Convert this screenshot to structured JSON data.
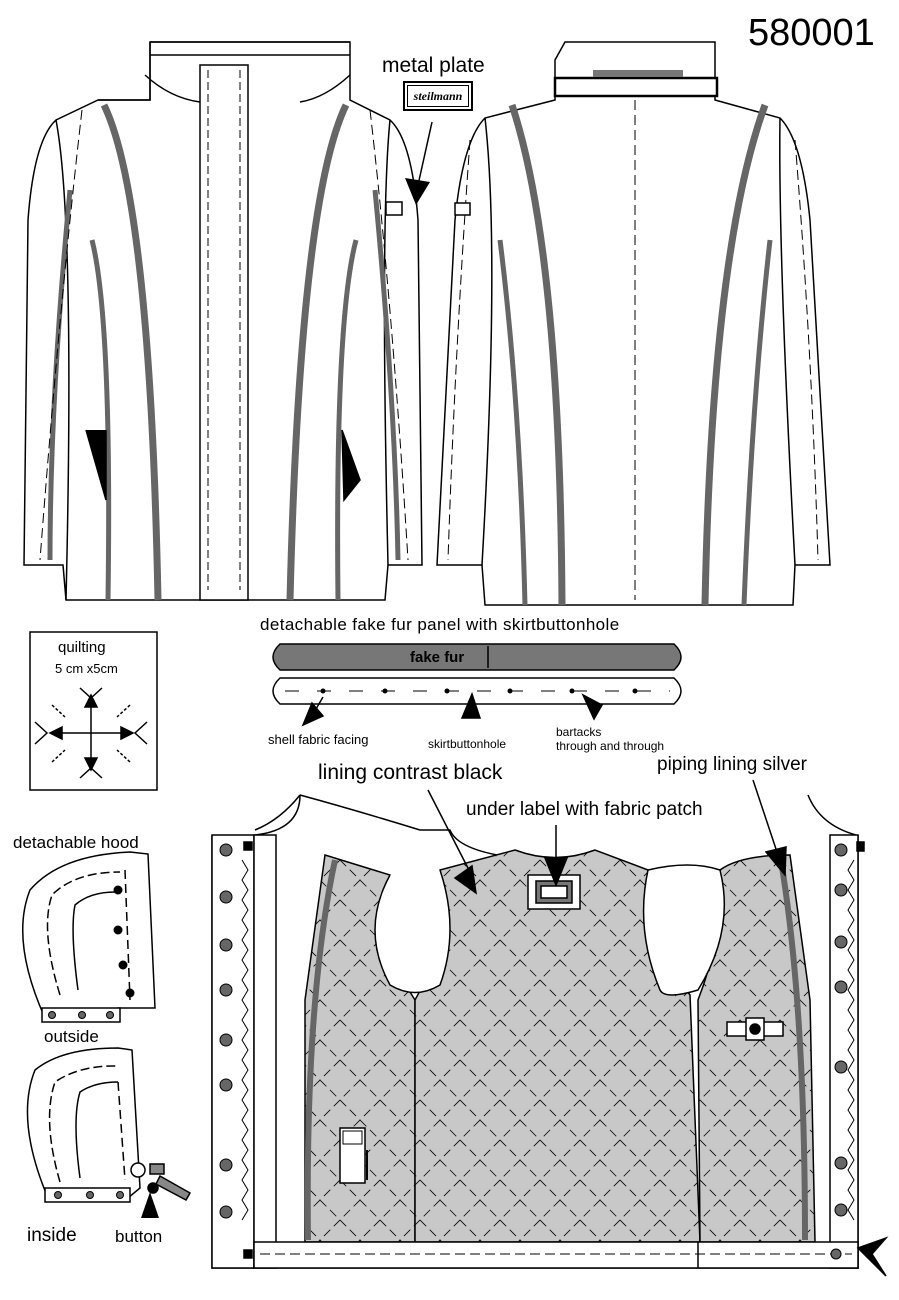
{
  "header": {
    "style_number": "580001"
  },
  "labels": {
    "metal_plate": "metal plate",
    "plate_text": "steilmann",
    "fur_panel_title": "detachable fake fur panel with skirtbuttonhole",
    "fake_fur": "fake fur",
    "shell_fabric_facing": "shell fabric facing",
    "skirtbuttonhole": "skirtbuttonhole",
    "bartacks_line1": "bartacks",
    "bartacks_line2": "through and through",
    "quilting": "quilting",
    "quilting_size": "5 cm x5cm",
    "lining_contrast": "lining contrast black",
    "under_label": "under label with fabric patch",
    "piping_lining": "piping lining silver",
    "detachable_hood": "detachable hood",
    "outside": "outside",
    "inside": "inside",
    "button": "button"
  },
  "colors": {
    "piping": "#666666",
    "lining": "#c8c8c8",
    "line": "#000000"
  }
}
